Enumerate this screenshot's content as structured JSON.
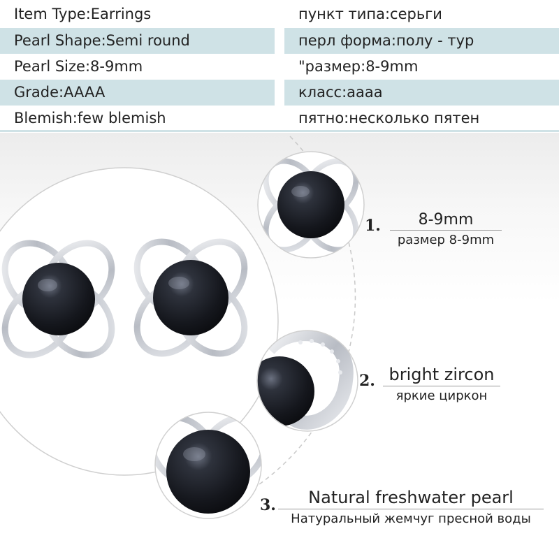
{
  "specs": [
    {
      "en": "Item Type:Earrings",
      "ru": "пункт типа:серьги"
    },
    {
      "en": "Pearl Shape:Semi round",
      "ru": "перл форма:полу - тур"
    },
    {
      "en": "Pearl Size:8-9mm",
      "ru": "\"размер:8-9mm"
    },
    {
      "en": "Grade:AAAA",
      "ru": "класс:аааа"
    },
    {
      "en": "Blemish:few blemish",
      "ru": "пятно:несколько пятен"
    }
  ],
  "features": [
    {
      "number": "1.",
      "en": "8-9mm",
      "ru": "размер 8-9mm"
    },
    {
      "number": "2.",
      "en": "bright zircon",
      "ru": "яркие циркон"
    },
    {
      "number": "3.",
      "en": "Natural freshwater pearl",
      "ru": "Натуральный жемчуг пресной воды"
    }
  ],
  "colors": {
    "row_shade": "#cfe2e6",
    "pearl": "#1c1f26",
    "silver": "#c9ccd2"
  }
}
